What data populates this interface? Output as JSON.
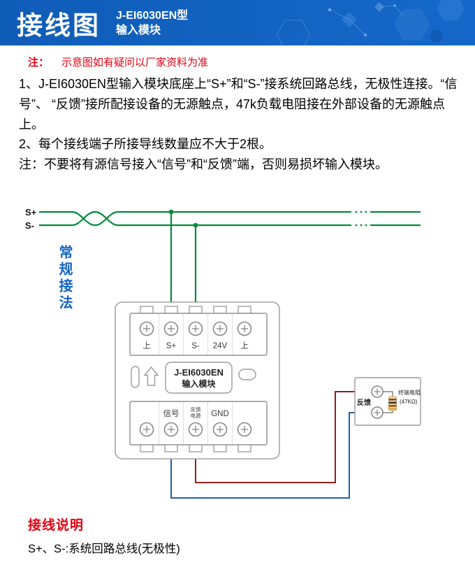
{
  "header": {
    "title": "接线图",
    "model": "J-EI6030EN型",
    "product": "输入模块"
  },
  "notice": {
    "prefix": "注：",
    "text": "示意图如有疑问以厂家资料为准"
  },
  "instructions": [
    "1、J-EI6030EN型输入模块底座上“S+”和“S-”接系统回路总线，无极性连接。“信号”、 “反馈”接所配接设备的无源触点，47k负载电阻接在外部设备的无源触点上。",
    "2、每个接线端子所接导线数量应不大于2根。",
    "注：不要将有源信号接入“信号”和“反馈”端，否则易损坏输入模块。"
  ],
  "diagram": {
    "bus": {
      "splus": "S+",
      "sminus": "S-"
    },
    "method_label": "常规接法",
    "module": {
      "top_terminals": [
        "上",
        "S+",
        "S-",
        "24V",
        "上"
      ],
      "name": "J-EI6030EN",
      "type": "输入模块",
      "bottom_terminals": [
        "信号",
        "反馈",
        "电源",
        "GND"
      ]
    },
    "feedback": {
      "label": "反馈",
      "resistor_name": "终端电阻",
      "resistor_value": "(47KΩ)"
    },
    "colors": {
      "bus_wire": "#008a3c",
      "signal_wire": "#1f5fae",
      "feedback_wire": "#8e1f1f"
    }
  },
  "legend": {
    "heading": "接线说明",
    "items": [
      "S+、S-:系统回路总线(无极性)"
    ]
  }
}
